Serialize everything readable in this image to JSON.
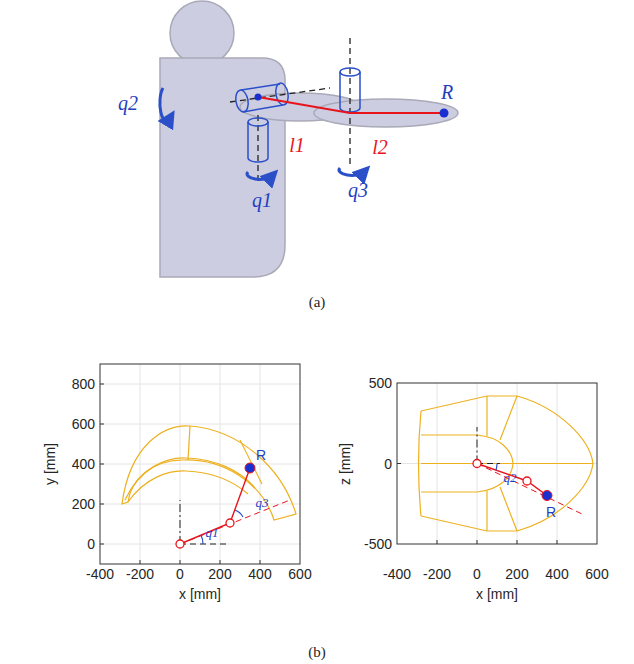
{
  "diagram": {
    "labels": [
      "q2",
      "l1",
      "l2",
      "R",
      "q1",
      "q3",
      "(a)",
      "800",
      "600",
      "400",
      "200",
      "0",
      "-400",
      "-200",
      "0",
      "200",
      "400",
      "600",
      "x [mm]",
      "y [mm]",
      "R",
      "q1",
      "q3",
      "500",
      "0",
      "-500",
      "-400",
      "-200",
      "0",
      "200",
      "400",
      "600",
      "x [mm]",
      "z [mm]",
      "q2",
      "R",
      "(b)"
    ]
  }
}
